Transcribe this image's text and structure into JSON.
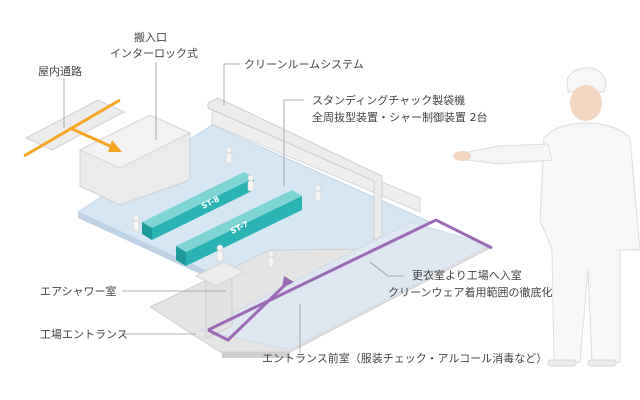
{
  "labels": {
    "corridor": "屋内通路",
    "loading_entrance": "搬入口",
    "interlock": "インターロック式",
    "cleanroom_system": "クリーンルームシステム",
    "standing_chuck_line1": "スタンディングチャック製袋機",
    "standing_chuck_line2": "全周抜型装置・シャー制御装置 2台",
    "changing_room_line1": "更衣室より工場へ入室",
    "changing_room_line2": "クリーンウェア着用範囲の徹底化",
    "air_shower": "エアシャワー室",
    "factory_entrance": "工場エントランス",
    "entrance_anteroom": "エントランス前室（服装チェック・アルコール消毒など）"
  },
  "machines": [
    "ST-8",
    "ST-7"
  ],
  "colors": {
    "floor": "#d6e6f3",
    "machine": "#2ab3b3",
    "route_orange": "#f5a623",
    "route_purple": "#9b6bb5",
    "wall": "#e9e9e9",
    "leader": "#999999"
  }
}
